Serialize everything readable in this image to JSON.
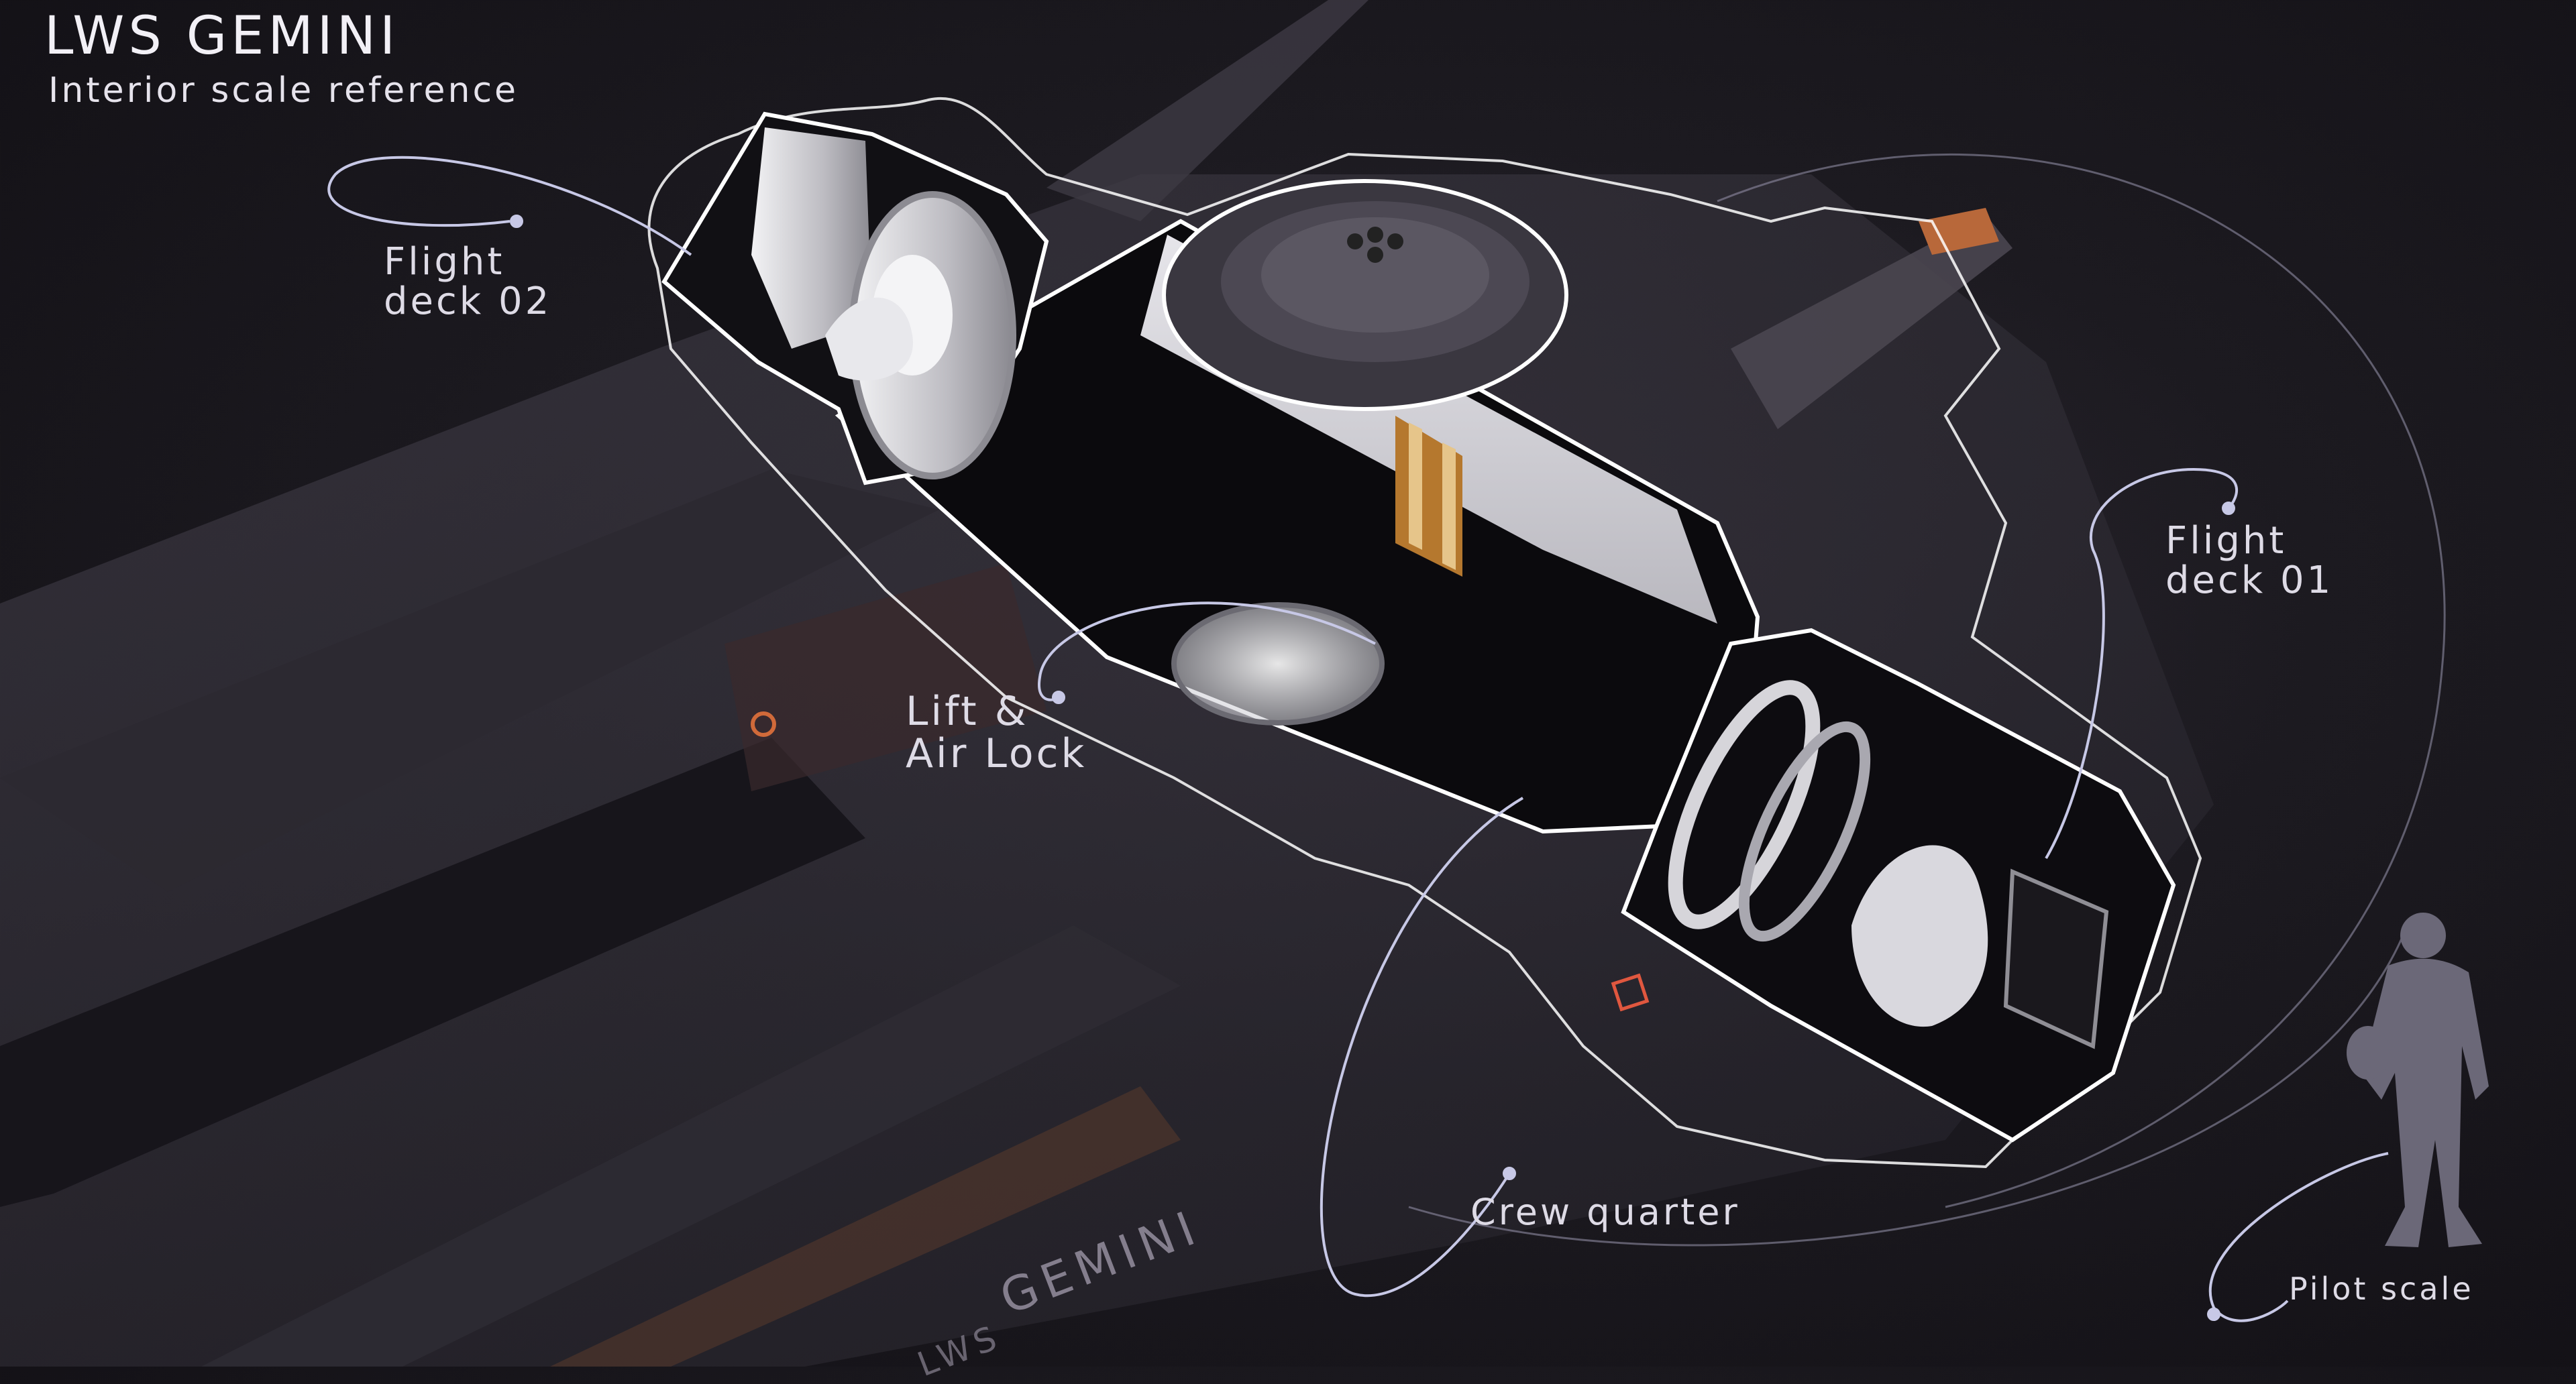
{
  "header": {
    "title": "LWS GEMINI",
    "subtitle": "Interior scale reference"
  },
  "callouts": {
    "flight_deck_02": [
      "Flight",
      "deck 02"
    ],
    "flight_deck_01": [
      "Flight",
      "deck 01"
    ],
    "lift_air_lock": [
      "Lift &",
      "Air Lock"
    ],
    "crew_quarter": "Crew quarter",
    "pilot_scale": "Pilot scale"
  },
  "hull_marking": {
    "name": "GEMINI",
    "prefix": "LWS"
  },
  "colors": {
    "background": "#1c1a20",
    "outline": "#ffffff",
    "leader_line": "#c7c8e6",
    "hull": "#3a3640",
    "interior_light": "#d8d6dc",
    "accent_orange": "#c8743a",
    "accent_red": "#c0392b",
    "pilot_silhouette": "#6b6878"
  }
}
